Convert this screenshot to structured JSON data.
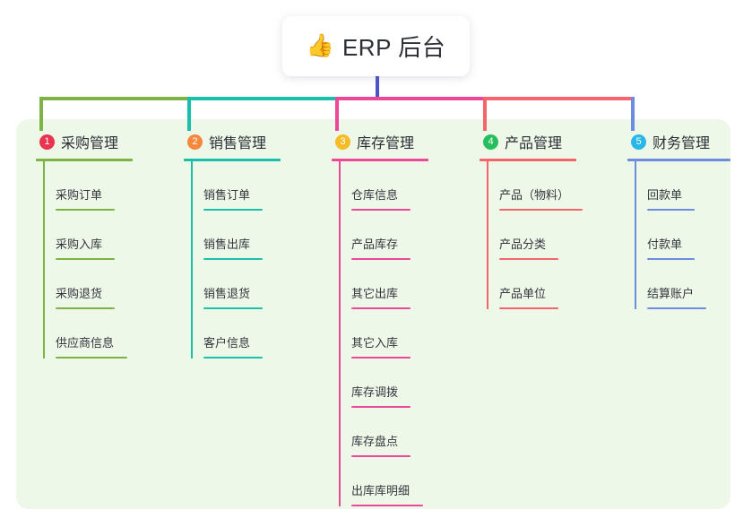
{
  "root": {
    "emoji": "👍",
    "emoji_name": "thumbs-up-icon",
    "title": "ERP 后台"
  },
  "palette": {
    "panel_bg": "#eef8e9",
    "trunk": "#4a54c8",
    "text": "#2b2e35"
  },
  "columns": [
    {
      "number": "1",
      "title": "采购管理",
      "badge_color": "#e8344e",
      "line_color": "#7cb342",
      "items": [
        {
          "label": "采购订单"
        },
        {
          "label": "采购入库"
        },
        {
          "label": "采购退货"
        },
        {
          "label": "供应商信息"
        }
      ]
    },
    {
      "number": "2",
      "title": "销售管理",
      "badge_color": "#f5883c",
      "line_color": "#19bfaa",
      "items": [
        {
          "label": "销售订单"
        },
        {
          "label": "销售出库"
        },
        {
          "label": "销售退货"
        },
        {
          "label": "客户信息"
        }
      ]
    },
    {
      "number": "3",
      "title": "库存管理",
      "badge_color": "#f5bc28",
      "line_color": "#ec4899",
      "items": [
        {
          "label": "仓库信息"
        },
        {
          "label": "产品库存"
        },
        {
          "label": "其它出库"
        },
        {
          "label": "其它入库"
        },
        {
          "label": "库存调拨"
        },
        {
          "label": "库存盘点"
        },
        {
          "label": "出库库明细"
        }
      ]
    },
    {
      "number": "4",
      "title": "产品管理",
      "badge_color": "#27bf5e",
      "line_color": "#f4656b",
      "items": [
        {
          "label": "产品（物料）"
        },
        {
          "label": "产品分类"
        },
        {
          "label": "产品单位"
        }
      ]
    },
    {
      "number": "5",
      "title": "财务管理",
      "badge_color": "#2ab6e8",
      "line_color": "#6c8ce0",
      "items": [
        {
          "label": "回款单"
        },
        {
          "label": "付款单"
        },
        {
          "label": "结算账户"
        }
      ]
    }
  ]
}
